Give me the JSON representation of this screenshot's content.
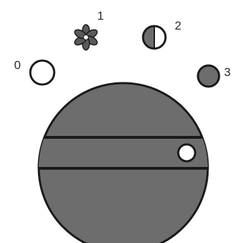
{
  "colors": {
    "knob_fill": "#6d6d6d",
    "outline": "#1a1a1a",
    "marker_fill": "#ffffff",
    "background": "#ffffff"
  },
  "dial": {
    "positions": [
      {
        "label": "0",
        "symbol": "empty-circle-icon"
      },
      {
        "label": "1",
        "symbol": "fan-icon"
      },
      {
        "label": "2",
        "symbol": "half-filled-circle-icon"
      },
      {
        "label": "3",
        "symbol": "filled-circle-icon"
      }
    ]
  }
}
